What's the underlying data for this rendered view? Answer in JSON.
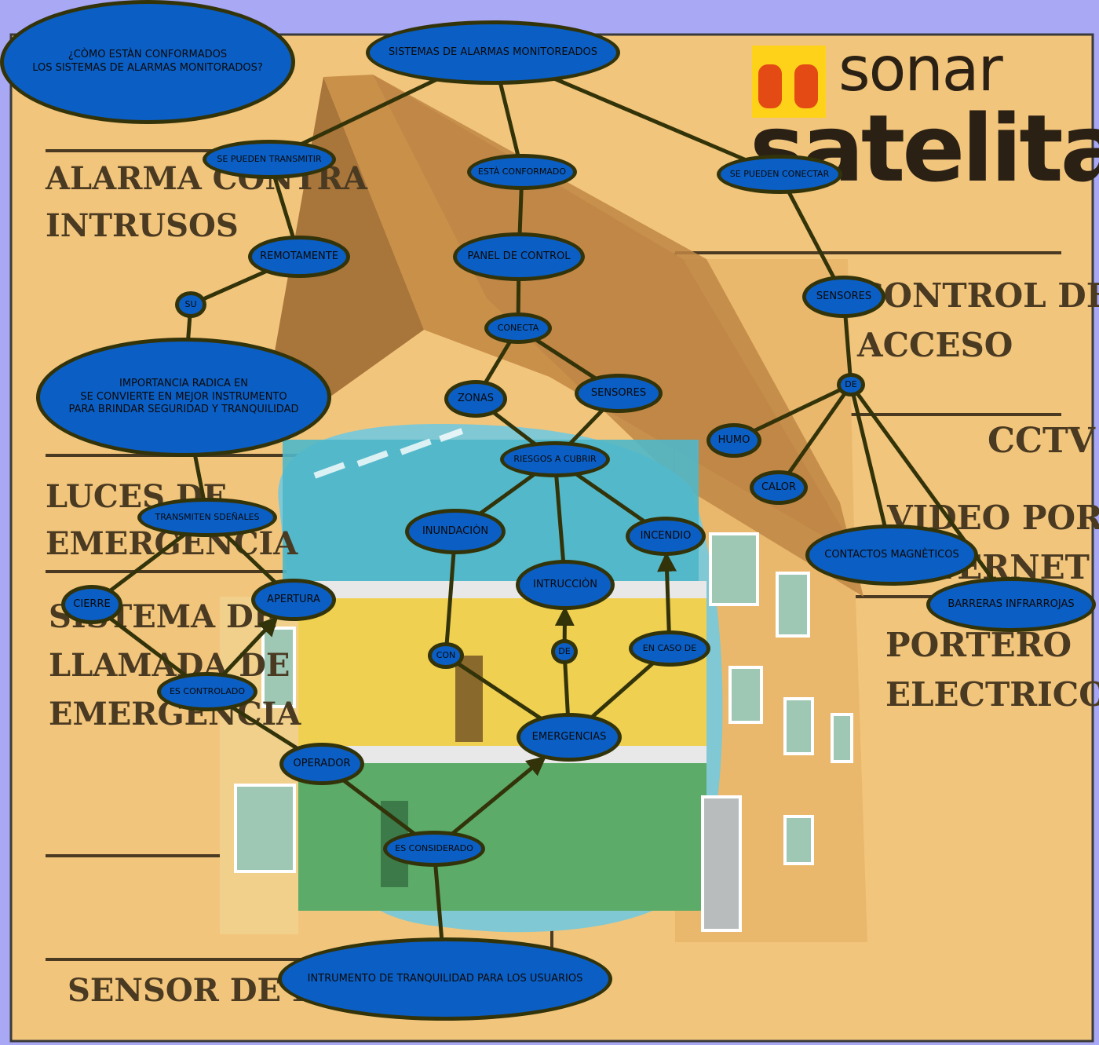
{
  "background": {
    "logo_brand": "sonar",
    "logo_name": "satelital",
    "panel_labels": {
      "alarma": "ALARMA CONTRA\nINTRUSOS",
      "control": "CONTROL DE\nACCESO",
      "cctv": "CCTV",
      "video": "VIDEO POR\nINTERNET",
      "luces": "LUCES DE\nEMERGENCIA",
      "sistema": "SISTEMA DE\nLLAMADA DE\nEMERGENCIA",
      "portero": "PORTERO\nELECTRICO",
      "sensor": "SENSOR DE HUMO"
    }
  },
  "diagram": {
    "nodes": [
      {
        "id": "question",
        "label": "¿CÒMO ESTÀN CONFORMADOS\nLOS SISTEMAS DE ALARMAS MONITORADOS?"
      },
      {
        "id": "root",
        "label": "SISTEMAS DE ALARMAS MONITOREADOS"
      },
      {
        "id": "se_pueden_transmitir",
        "label": "SE PUEDEN TRANSMITIR"
      },
      {
        "id": "esta_conformado",
        "label": "ESTÀ CONFORMADO"
      },
      {
        "id": "se_pueden_conectar",
        "label": "SE PUEDEN CONECTAR"
      },
      {
        "id": "remotamente",
        "label": "REMOTAMENTE"
      },
      {
        "id": "panel_de_control",
        "label": "PANEL DE CONTROL"
      },
      {
        "id": "sensores_right",
        "label": "SENSORES"
      },
      {
        "id": "su",
        "label": "SU"
      },
      {
        "id": "conecta",
        "label": "CONECTA"
      },
      {
        "id": "importancia",
        "label": "IMPORTANCIA RADICA EN\nSE CONVIERTE EN MEJOR INSTRUMENTO\nPARA BRINDAR SEGURIDAD Y TRANQUILIDAD"
      },
      {
        "id": "zonas",
        "label": "ZONAS"
      },
      {
        "id": "sensores_mid",
        "label": "SENSORES"
      },
      {
        "id": "de_right",
        "label": "DE"
      },
      {
        "id": "humo",
        "label": "HUMO"
      },
      {
        "id": "riesgos",
        "label": "RIESGOS A CUBRIR"
      },
      {
        "id": "calor",
        "label": "CALOR"
      },
      {
        "id": "transmiten",
        "label": "TRANSMITEN SDEÑALES"
      },
      {
        "id": "inundacion",
        "label": "INUNDACIÒN"
      },
      {
        "id": "incendio",
        "label": "INCENDIO"
      },
      {
        "id": "contactos",
        "label": "CONTACTOS MAGNÈTICOS"
      },
      {
        "id": "intruccion",
        "label": "INTRUCCIÒN"
      },
      {
        "id": "cierre",
        "label": "CIERRE"
      },
      {
        "id": "apertura",
        "label": "APERTURA"
      },
      {
        "id": "barreras",
        "label": "BARRERAS INFRARROJAS"
      },
      {
        "id": "en_caso_de",
        "label": "EN CASO DE"
      },
      {
        "id": "con",
        "label": "CON"
      },
      {
        "id": "de_mid",
        "label": "DE"
      },
      {
        "id": "es_controlado",
        "label": "ES CONTROLADO"
      },
      {
        "id": "emergencias",
        "label": "EMERGENCIAS"
      },
      {
        "id": "operador",
        "label": "OPERADOR"
      },
      {
        "id": "es_considerado",
        "label": "ES CONSIDERADO"
      },
      {
        "id": "instrumento",
        "label": "INTRUMENTO DE TRANQUILIDAD PARA LOS USUARIOS"
      }
    ],
    "edges": [
      {
        "from": "root",
        "to": "se_pueden_transmitir"
      },
      {
        "from": "root",
        "to": "esta_conformado"
      },
      {
        "from": "root",
        "to": "se_pueden_conectar"
      },
      {
        "from": "se_pueden_transmitir",
        "to": "remotamente"
      },
      {
        "from": "remotamente",
        "to": "su"
      },
      {
        "from": "su",
        "to": "importancia"
      },
      {
        "from": "importancia",
        "to": "transmiten"
      },
      {
        "from": "transmiten",
        "to": "cierre"
      },
      {
        "from": "transmiten",
        "to": "apertura"
      },
      {
        "from": "cierre",
        "to": "es_controlado"
      },
      {
        "from": "es_controlado",
        "to": "apertura",
        "arrow": true
      },
      {
        "from": "es_controlado",
        "to": "operador"
      },
      {
        "from": "operador",
        "to": "es_considerado"
      },
      {
        "from": "es_considerado",
        "to": "instrumento"
      },
      {
        "from": "es_considerado",
        "to": "emergencias",
        "arrow": true
      },
      {
        "from": "esta_conformado",
        "to": "panel_de_control"
      },
      {
        "from": "panel_de_control",
        "to": "conecta"
      },
      {
        "from": "conecta",
        "to": "zonas"
      },
      {
        "from": "conecta",
        "to": "sensores_mid"
      },
      {
        "from": "zonas",
        "to": "riesgos"
      },
      {
        "from": "sensores_mid",
        "to": "riesgos"
      },
      {
        "from": "riesgos",
        "to": "inundacion"
      },
      {
        "from": "riesgos",
        "to": "intruccion"
      },
      {
        "from": "riesgos",
        "to": "incendio"
      },
      {
        "from": "inundacion",
        "to": "con"
      },
      {
        "from": "con",
        "to": "emergencias"
      },
      {
        "from": "emergencias",
        "to": "de_mid"
      },
      {
        "from": "de_mid",
        "to": "intruccion",
        "arrow": true
      },
      {
        "from": "emergencias",
        "to": "en_caso_de"
      },
      {
        "from": "en_caso_de",
        "to": "incendio",
        "arrow": true
      },
      {
        "from": "se_pueden_conectar",
        "to": "sensores_right"
      },
      {
        "from": "sensores_right",
        "to": "de_right"
      },
      {
        "from": "de_right",
        "to": "humo"
      },
      {
        "from": "de_right",
        "to": "calor"
      },
      {
        "from": "de_right",
        "to": "contactos"
      },
      {
        "from": "de_right",
        "to": "barreras"
      }
    ]
  }
}
